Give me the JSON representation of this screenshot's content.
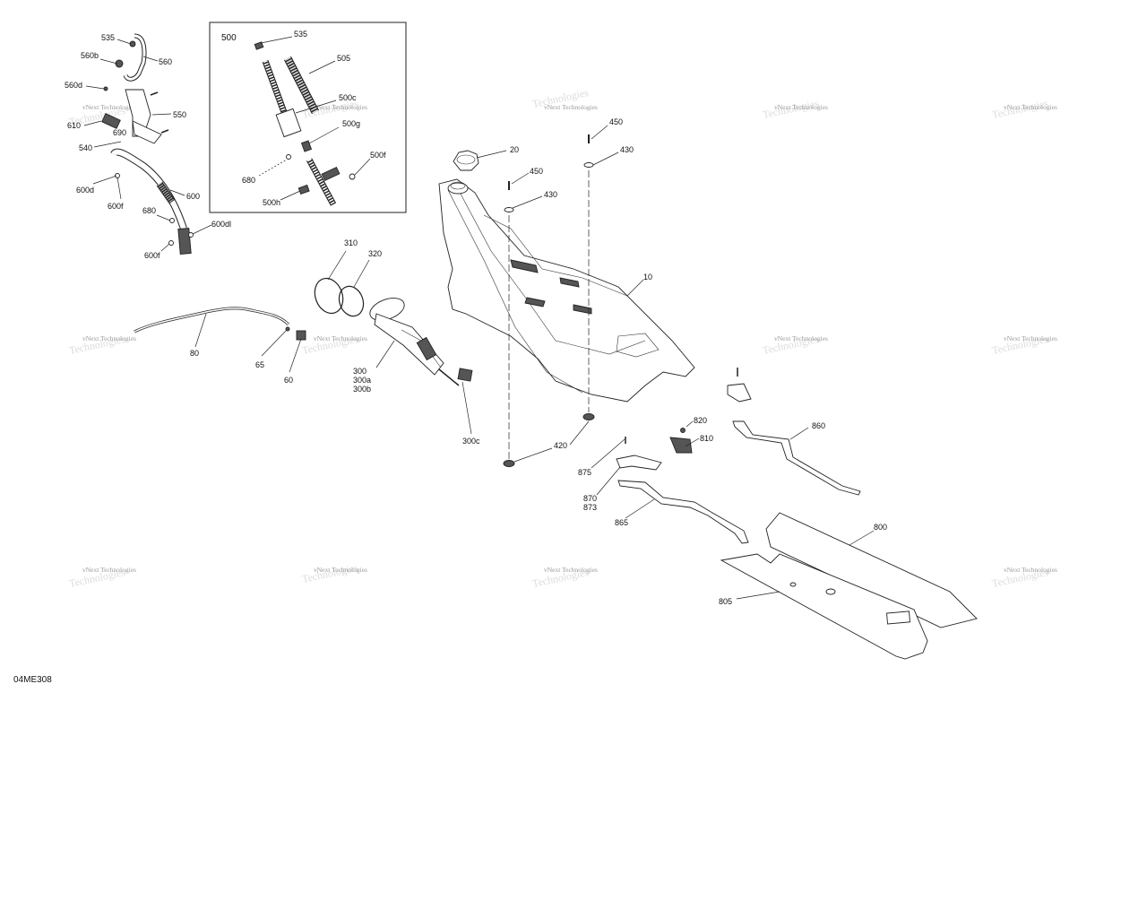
{
  "diagram": {
    "code": "04ME308",
    "inset_title": "500",
    "watermark": "vNext Technologies",
    "callouts": [
      {
        "id": "c535a",
        "text": "535"
      },
      {
        "id": "c560b",
        "text": "560b"
      },
      {
        "id": "c560",
        "text": "560"
      },
      {
        "id": "c560d",
        "text": "560d"
      },
      {
        "id": "c550",
        "text": "550"
      },
      {
        "id": "c610",
        "text": "610"
      },
      {
        "id": "c690",
        "text": "690"
      },
      {
        "id": "c540",
        "text": "540"
      },
      {
        "id": "c600d",
        "text": "600d"
      },
      {
        "id": "c600",
        "text": "600"
      },
      {
        "id": "c600f1",
        "text": "600f"
      },
      {
        "id": "c680a",
        "text": "680"
      },
      {
        "id": "c600dl",
        "text": "600dl"
      },
      {
        "id": "c600f2",
        "text": "600f"
      },
      {
        "id": "c535b",
        "text": "535"
      },
      {
        "id": "c505",
        "text": "505"
      },
      {
        "id": "c500c",
        "text": "500c"
      },
      {
        "id": "c500g",
        "text": "500g"
      },
      {
        "id": "c680b",
        "text": "680"
      },
      {
        "id": "c500f",
        "text": "500f"
      },
      {
        "id": "c500h",
        "text": "500h"
      },
      {
        "id": "c20",
        "text": "20"
      },
      {
        "id": "c450a",
        "text": "450"
      },
      {
        "id": "c430a",
        "text": "430"
      },
      {
        "id": "c450b",
        "text": "450"
      },
      {
        "id": "c430b",
        "text": "430"
      },
      {
        "id": "c10",
        "text": "10"
      },
      {
        "id": "c310",
        "text": "310"
      },
      {
        "id": "c320",
        "text": "320"
      },
      {
        "id": "c80",
        "text": "80"
      },
      {
        "id": "c65",
        "text": "65"
      },
      {
        "id": "c60",
        "text": "60"
      },
      {
        "id": "c300",
        "text": "300"
      },
      {
        "id": "c300a",
        "text": "300a"
      },
      {
        "id": "c300b",
        "text": "300b"
      },
      {
        "id": "c300c",
        "text": "300c"
      },
      {
        "id": "c420",
        "text": "420"
      },
      {
        "id": "c820",
        "text": "820"
      },
      {
        "id": "c810",
        "text": "810"
      },
      {
        "id": "c860",
        "text": "860"
      },
      {
        "id": "c875",
        "text": "875"
      },
      {
        "id": "c870",
        "text": "870"
      },
      {
        "id": "c873",
        "text": "873"
      },
      {
        "id": "c865",
        "text": "865"
      },
      {
        "id": "c800",
        "text": "800"
      },
      {
        "id": "c805",
        "text": "805"
      }
    ]
  }
}
